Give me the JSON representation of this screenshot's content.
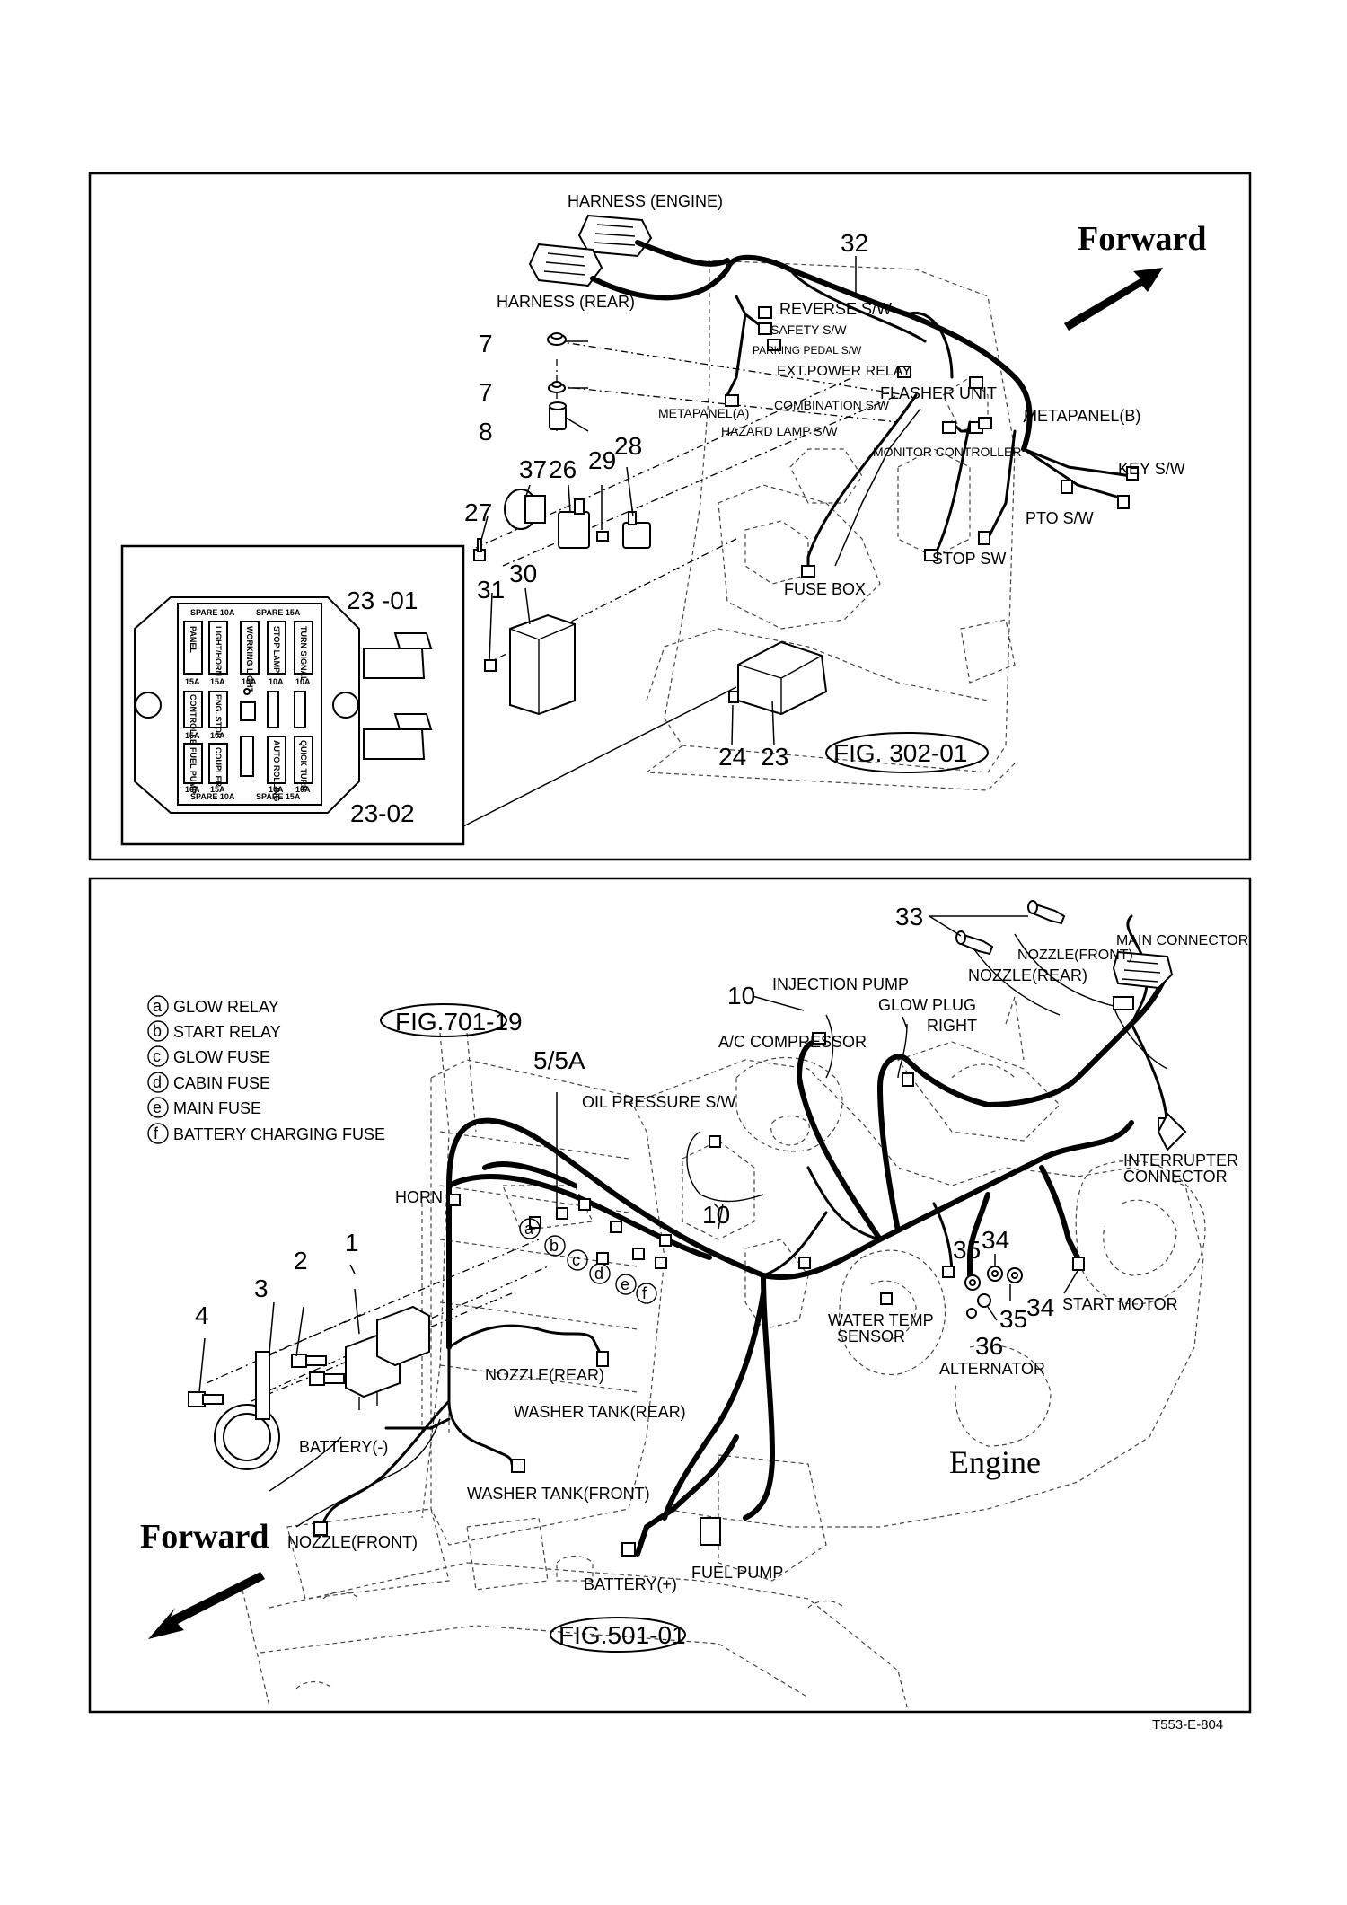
{
  "top_panel": {
    "callouts": {
      "c32": "32",
      "c7a": "7",
      "c7b": "7",
      "c8": "8",
      "c37": "37",
      "c26": "26",
      "c29": "29",
      "c28": "28",
      "c27": "27",
      "c31": "31",
      "c30": "30",
      "c24": "24",
      "c23": "23",
      "c23_01": "23 -01",
      "c23_02": "23-02"
    },
    "labels": {
      "harness_engine": "HARNESS (ENGINE)",
      "harness_rear": "HARNESS (REAR)",
      "reverse_sw": "REVERSE S/W",
      "safety_sw": "SAFETY S/W",
      "parking_pedal_sw": "PARKING PEDAL S/W",
      "ext_power_relay": "EXT.POWER RELAY",
      "flasher_unit": "FLASHER UNIT",
      "combination_sw": "COMBINATION  S/W",
      "metapanel_a": "METAPANEL(A)",
      "metapanel_b": "METAPANEL(B)",
      "hazard_lamp_sw": "HAZARD LAMP  S/W",
      "monitor_controller": "MONITOR CONTROLLER",
      "key_sw": "KEY S/W",
      "pto_sw": "PTO S/W",
      "stop_sw": "STOP SW",
      "fuse_box": "FUSE BOX",
      "fig_ref": "FIG. 302-01",
      "forward": "Forward"
    },
    "fuse_panel": {
      "spare_10a_top": "SPARE 10A",
      "spare_15a_top": "SPARE 15A",
      "spare_10a_bottom": "SPARE 10A",
      "spare_15a_bottom": "SPARE 15A",
      "panel": "PANEL",
      "light_horn": "LIGHT/HORN",
      "working_light": "WORKING LIGHT",
      "stop_lamp": "STOP LAMP",
      "turn_signal": "TURN SIGNAL",
      "controller": "CONTROLLER",
      "eng_stop": "ENG. STOP",
      "fuel_pump": "FUEL PUMP",
      "coupler": "COUPLER",
      "auto_rolling": "AUTO ROLLING",
      "quick_turn": "QUICK TURN",
      "a15": "15A",
      "a10": "10A"
    }
  },
  "bottom_panel": {
    "legend": [
      {
        "key": "a",
        "text": "GLOW RELAY"
      },
      {
        "key": "b",
        "text": "START RELAY"
      },
      {
        "key": "c",
        "text": "GLOW FUSE"
      },
      {
        "key": "d",
        "text": "CABIN FUSE"
      },
      {
        "key": "e",
        "text": "MAIN FUSE"
      },
      {
        "key": "f",
        "text": "BATTERY CHARGING FUSE"
      }
    ],
    "callouts": {
      "c33": "33",
      "c10a": "10",
      "c10b": "10",
      "c5_5a": "5/5A",
      "c1": "1",
      "c2": "2",
      "c3": "3",
      "c4": "4",
      "c35a": "35",
      "c34a": "34",
      "c35b": "35",
      "c34b": "34",
      "c36": "36",
      "ka": "a",
      "kb": "b",
      "kc": "c",
      "kd": "d",
      "ke": "e",
      "kf": "f"
    },
    "labels": {
      "main_connector": "MAIN CONNECTOR",
      "nozzle_front_top": "NOZZLE(FRONT)",
      "nozzle_rear_top": "NOZZLE(REAR)",
      "injection_pump": "INJECTION PUMP",
      "glow_plug_right": "GLOW PLUG",
      "glow_plug_right2": "RIGHT",
      "ac_compressor": "A/C COMPRESSOR",
      "fig_701": "FIG.701-19",
      "oil_pressure_sw": "OIL PRESSURE S/W",
      "interrupter_connector": "INTERRUPTER",
      "interrupter_connector2": "CONNECTOR",
      "horn": "HORN",
      "start_motor": "START MOTOR",
      "water_temp_sensor": "WATER TEMP",
      "water_temp_sensor2": "SENSOR",
      "alternator": "ALTERNATOR",
      "nozzle_rear_bottom": "NOZZLE(REAR)",
      "washer_tank_rear": "WASHER TANK(REAR)",
      "battery_minus": "BATTERY(-)",
      "washer_tank_front": "WASHER TANK(FRONT)",
      "engine": "Engine",
      "forward": "Forward",
      "nozzle_front_bottom": "NOZZLE(FRONT)",
      "fuel_pump": "FUEL PUMP",
      "battery_plus": "BATTERY(+)",
      "fig_501": "FIG.501-01"
    }
  },
  "footer_code": "T553-E-804"
}
